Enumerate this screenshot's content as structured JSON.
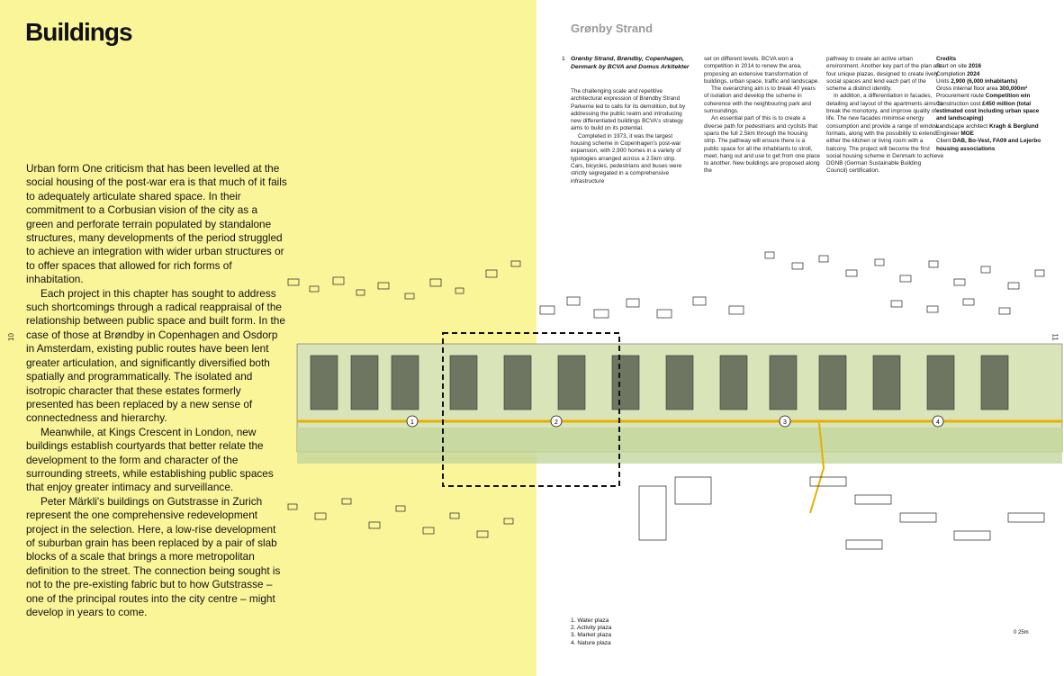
{
  "left": {
    "title": "Buildings",
    "folio": "10",
    "body": {
      "lead": "Urban form",
      "p1": " One criticism that has been levelled at the social housing of the post-war era is that much of it fails to adequately articulate shared space. In their commitment to a Corbusian vision of the city as a green and perforate terrain populated by standalone structures, many developments of the period struggled to achieve an integration with wider urban structures or to offer spaces that allowed for rich forms of inhabitation.",
      "p2": "Each project in this chapter has sought to address such shortcomings through a radical reappraisal of the relationship between public space and built form. In the case of those at Brøndby in Copenhagen and Osdorp in Amsterdam, existing public routes have been lent greater articulation, and significantly diversified both spatially and programmatically. The isolated and isotropic character that these estates formerly presented has been replaced by a new sense of connectedness and hierarchy.",
      "p3": "Meanwhile, at Kings Crescent in London, new buildings establish courtyards that better relate the development to the form and character of the surrounding streets, while establishing public spaces that enjoy greater intimacy and surveillance.",
      "p4": "Peter Märkli's buildings on Gutstrasse in Zurich represent the one comprehensive redevelopment project in the selection. Here, a low-rise development of suburban grain has been replaced by a pair of slab blocks of a scale that brings a more metropolitan definition to the street. The connection being sought is not to the pre-existing fabric but to how Gutstrasse – one of the principal routes into the city centre – might develop in years to come."
    }
  },
  "right": {
    "project_title": "Grønby Strand",
    "folio": "11",
    "caption_num": "1",
    "caption_head": "Grønby Strand, Brøndby, Copenhagen, Denmark by BCVA and Domus Arkitekter",
    "col1": {
      "p1": "The challenging scale and repetitive architectural expression of Brøndby Strand Parkerne led to calls for its demolition, but by addressing the public realm and introducing new differentiated buildings BCVA's strategy aims to build on its potential.",
      "p2": "Completed in 1973, it was the largest housing scheme in Copenhagen's post-war expansion, with 2,900 homes in a variety of typologies arranged across a 2.5km strip. Cars, bicycles, pedestrians and buses were strictly segregated in a comprehensive infrastructure"
    },
    "col2": {
      "p1": "set on different levels. BCVA won a competition in 2014 to renew the area, proposing an extensive transformation of buildings, urban space, traffic and landscape.",
      "p2": "The overarching aim is to break 40 years of isolation and develop the scheme in coherence with the neighbouring park and surroundings.",
      "p3": "An essential part of this is to create a diverse path for pedestrians and cyclists that spans the full 2.5km through the housing strip. The pathway will ensure there is a public space for all the inhabitants to stroll, meet, hang out and use to get from one place to another. New buildings are proposed along the"
    },
    "col3": {
      "p1": "pathway to create an active urban environment. Another key part of the plan are four unique plazas, designed to create lively social spaces and lend each part of the scheme a distinct identity.",
      "p2": "In addition, a differentiation in facades, detailing and layout of the apartments aims to break the monotony, and improve quality of life. The new facades minimise energy consumption and provide a range of window formats, along with the possibility to extend either the kitchen or living room with a balcony. The project will become the first social housing scheme in Denmark to achieve DGNB (German Sustainable Building Council) certification."
    },
    "credits": {
      "title": "Credits",
      "lines": [
        {
          "k": "Start on site ",
          "v": "2016"
        },
        {
          "k": "Completion ",
          "v": "2024"
        },
        {
          "k": "Units ",
          "v": "2,900 (6,000 inhabitants)"
        },
        {
          "k": "Gross internal floor area ",
          "v": "300,000m²"
        },
        {
          "k": "Procurement route ",
          "v": "Competition win"
        },
        {
          "k": "Construction cost ",
          "v": "£450 million (total estimated cost including urban space and landscaping)"
        },
        {
          "k": "Landscape architect ",
          "v": "Kragh & Berglund"
        },
        {
          "k": "Engineer ",
          "v": "MOE"
        },
        {
          "k": "Client ",
          "v": "DAB, Bo-Vest, FA09 and Lejerbo housing associations"
        }
      ]
    },
    "legend": [
      "1. Water plaza",
      "2. Activity plaza",
      "3. Market plaza",
      "4. Nature plaza"
    ],
    "plaza_markers": [
      "1",
      "2",
      "3",
      "4"
    ],
    "scale_label": "0 25m"
  }
}
